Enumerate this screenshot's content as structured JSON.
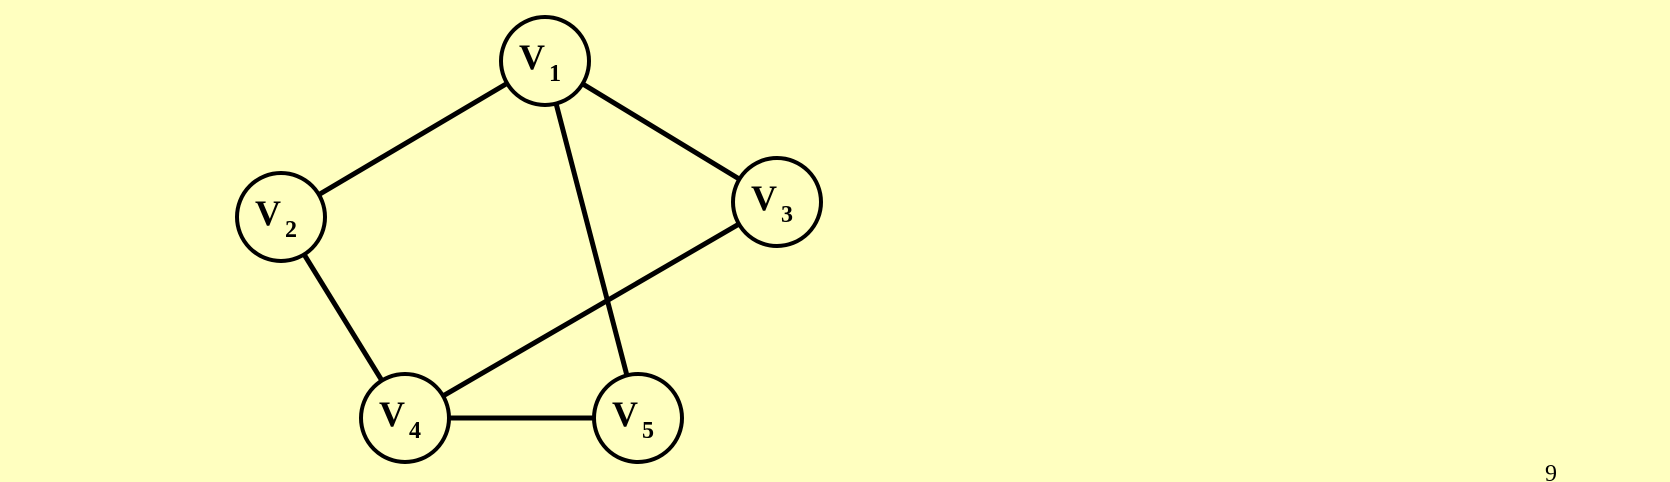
{
  "graph": {
    "nodes": [
      {
        "id": "v1",
        "letter": "V",
        "sub": "1"
      },
      {
        "id": "v2",
        "letter": "V",
        "sub": "2"
      },
      {
        "id": "v3",
        "letter": "V",
        "sub": "3"
      },
      {
        "id": "v4",
        "letter": "V",
        "sub": "4"
      },
      {
        "id": "v5",
        "letter": "V",
        "sub": "5"
      }
    ],
    "edges": [
      {
        "from": "v1",
        "to": "v2"
      },
      {
        "from": "v1",
        "to": "v3"
      },
      {
        "from": "v1",
        "to": "v5"
      },
      {
        "from": "v2",
        "to": "v4"
      },
      {
        "from": "v3",
        "to": "v4"
      },
      {
        "from": "v4",
        "to": "v5"
      }
    ]
  },
  "colors": {
    "background": "#ffffc0",
    "stroke": "#000000"
  },
  "footer": {
    "page_number": "9"
  }
}
